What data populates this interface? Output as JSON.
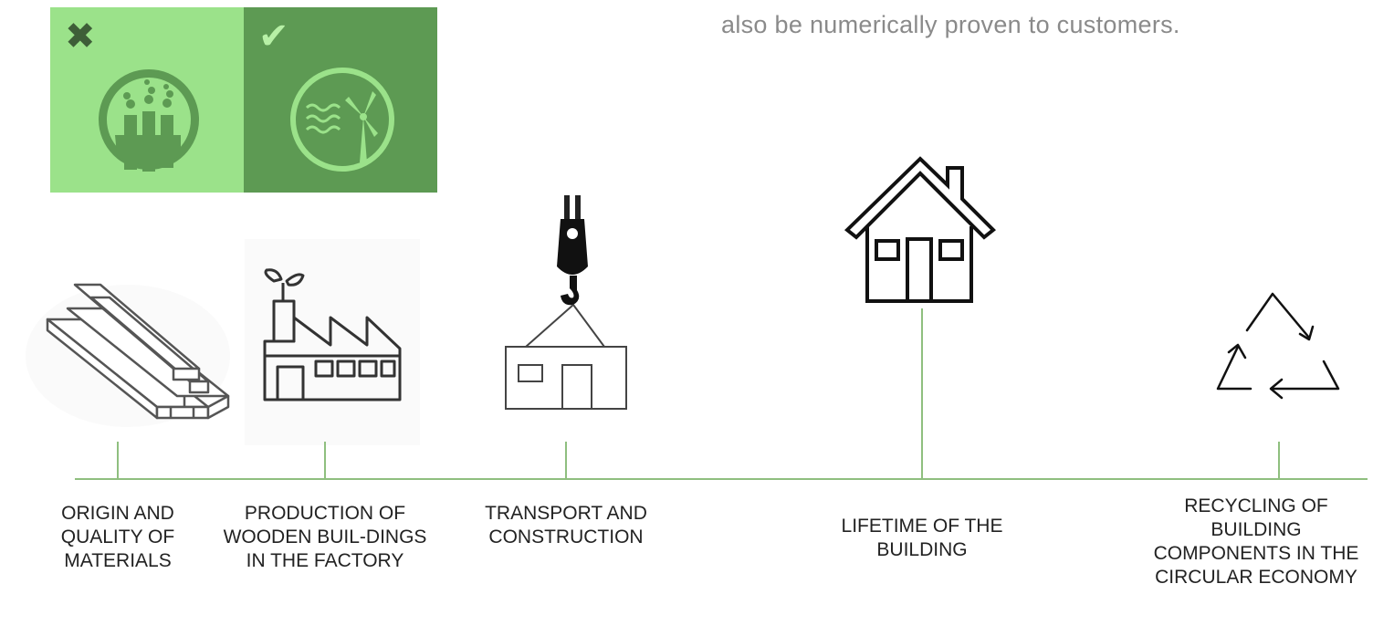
{
  "intro_text": "also be numerically proven to customers.",
  "comparison": {
    "bad_mark": "✖",
    "good_mark": "✔",
    "bad_icon": "smoking-chimneys-icon",
    "good_icon": "wind-turbine-icon",
    "bad_color": "#9be28a",
    "good_color": "#5d9a53"
  },
  "stages": [
    {
      "icon": "stacked-timber-icon",
      "label": "ORIGIN AND QUALITY OF MATERIALS"
    },
    {
      "icon": "eco-factory-icon",
      "label": "PRODUCTION OF WOODEN BUIL-DINGS IN THE FACTORY"
    },
    {
      "icon": "crane-hook-module-icon",
      "label": "TRANSPORT AND CONSTRUCTION"
    },
    {
      "icon": "house-icon",
      "label": "LIFETIME OF THE BUILDING"
    },
    {
      "icon": "recycle-icon",
      "label": "RECYCLING OF BUILDING COMPONENTS IN THE CIRCULAR ECONOMY"
    }
  ],
  "timeline_color": "#8fbf7f"
}
